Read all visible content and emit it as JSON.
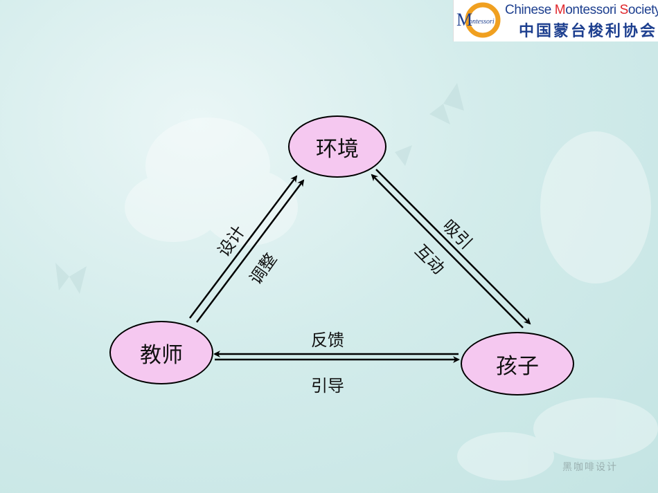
{
  "logo": {
    "mark_letter": "M",
    "mark_script": "ontessori",
    "name_en_part1": "Chinese ",
    "name_en_accent": "M",
    "name_en_part2": "ontessori ",
    "name_en_accent2": "S",
    "name_en_part3": "ociety",
    "name_cn": "中国蒙台梭利协会",
    "colors": {
      "blue": "#1d3f8f",
      "red": "#e0262b",
      "orange": "#f0a020"
    }
  },
  "diagram": {
    "nodes": {
      "environment": "环境",
      "teacher": "教师",
      "child": "孩子"
    },
    "edge_labels": {
      "design": "设计",
      "adjust": "调整",
      "attract": "吸引",
      "interact": "互动",
      "feedback": "反馈",
      "guide": "引导"
    },
    "node_fill": "#f5c8f0"
  },
  "watermark": "黑咖啡设计"
}
